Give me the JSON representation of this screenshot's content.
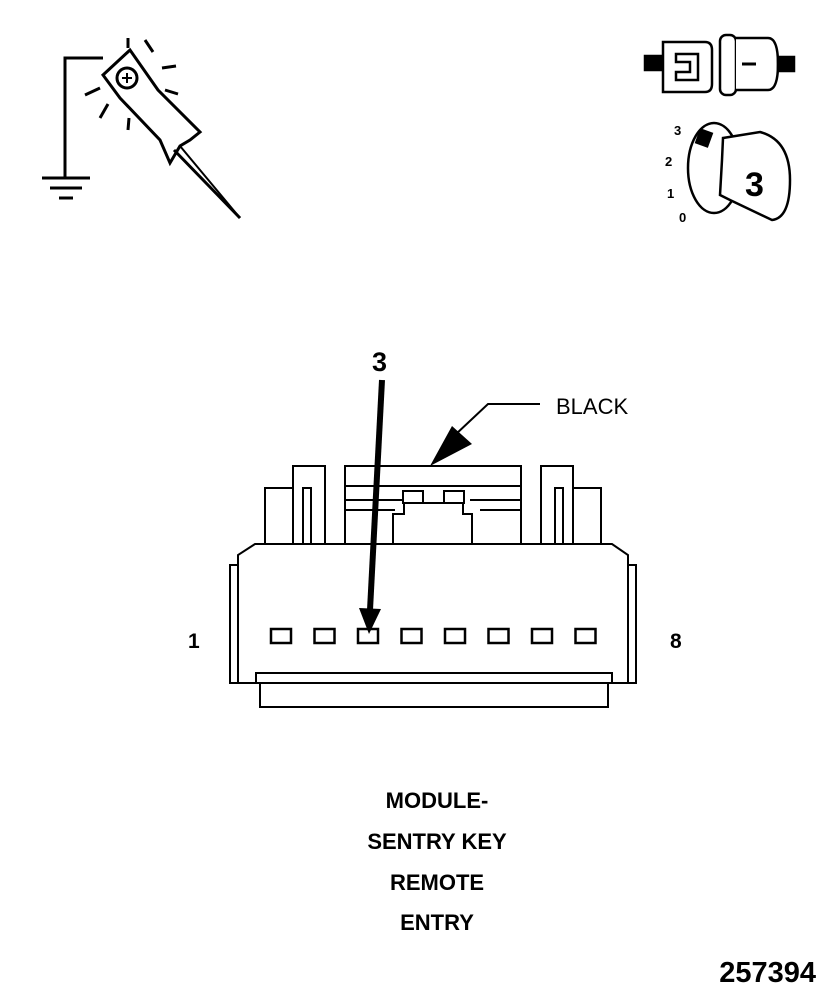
{
  "connector": {
    "pin_start_label": "1",
    "pin_end_label": "8",
    "pin_count": 8,
    "highlighted_pin_label": "3",
    "color_label": "BLACK"
  },
  "title_lines": [
    "MODULE-",
    "SENTRY KEY",
    "REMOTE",
    "ENTRY"
  ],
  "figure_number": "257394",
  "ignition_icon": {
    "positions": [
      "3",
      "2",
      "1",
      "0"
    ],
    "key_position": "3"
  },
  "icons": [
    "test-light-icon",
    "connector-disconnect-icon",
    "ignition-key-icon"
  ],
  "colors": {
    "line": "#000000",
    "background": "#ffffff"
  }
}
